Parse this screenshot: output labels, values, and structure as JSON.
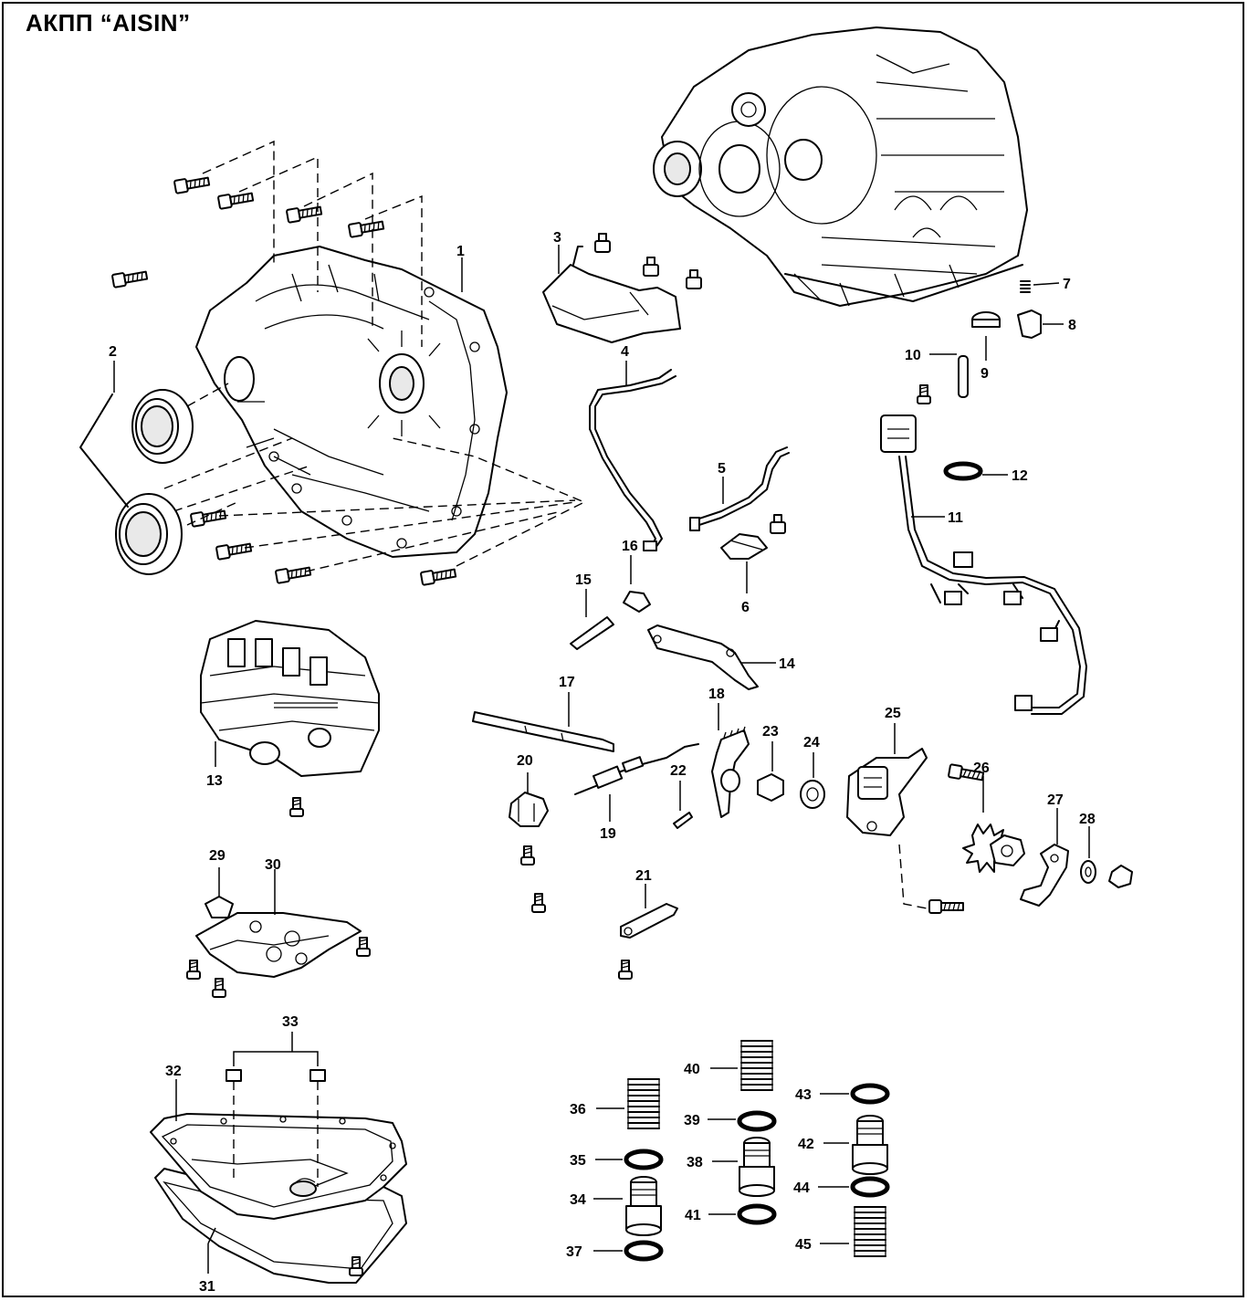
{
  "title": "АКПП “AISIN”",
  "callouts": [
    {
      "id": "1",
      "label": "1"
    },
    {
      "id": "2",
      "label": "2"
    },
    {
      "id": "3",
      "label": "3"
    },
    {
      "id": "4",
      "label": "4"
    },
    {
      "id": "5",
      "label": "5"
    },
    {
      "id": "6",
      "label": "6"
    },
    {
      "id": "7",
      "label": "7"
    },
    {
      "id": "8",
      "label": "8"
    },
    {
      "id": "9",
      "label": "9"
    },
    {
      "id": "10",
      "label": "10"
    },
    {
      "id": "11",
      "label": "11"
    },
    {
      "id": "12",
      "label": "12"
    },
    {
      "id": "13",
      "label": "13"
    },
    {
      "id": "14",
      "label": "14"
    },
    {
      "id": "15",
      "label": "15"
    },
    {
      "id": "16",
      "label": "16"
    },
    {
      "id": "17",
      "label": "17"
    },
    {
      "id": "18",
      "label": "18"
    },
    {
      "id": "19",
      "label": "19"
    },
    {
      "id": "20",
      "label": "20"
    },
    {
      "id": "21",
      "label": "21"
    },
    {
      "id": "22",
      "label": "22"
    },
    {
      "id": "23",
      "label": "23"
    },
    {
      "id": "24",
      "label": "24"
    },
    {
      "id": "25",
      "label": "25"
    },
    {
      "id": "26",
      "label": "26"
    },
    {
      "id": "27",
      "label": "27"
    },
    {
      "id": "28",
      "label": "28"
    },
    {
      "id": "29",
      "label": "29"
    },
    {
      "id": "30",
      "label": "30"
    },
    {
      "id": "31",
      "label": "31"
    },
    {
      "id": "32",
      "label": "32"
    },
    {
      "id": "33",
      "label": "33"
    },
    {
      "id": "34",
      "label": "34"
    },
    {
      "id": "35",
      "label": "35"
    },
    {
      "id": "36",
      "label": "36"
    },
    {
      "id": "37",
      "label": "37"
    },
    {
      "id": "38",
      "label": "38"
    },
    {
      "id": "39",
      "label": "39"
    },
    {
      "id": "40",
      "label": "40"
    },
    {
      "id": "41",
      "label": "41"
    },
    {
      "id": "42",
      "label": "42"
    },
    {
      "id": "43",
      "label": "43"
    },
    {
      "id": "44",
      "label": "44"
    },
    {
      "id": "45",
      "label": "45"
    }
  ]
}
